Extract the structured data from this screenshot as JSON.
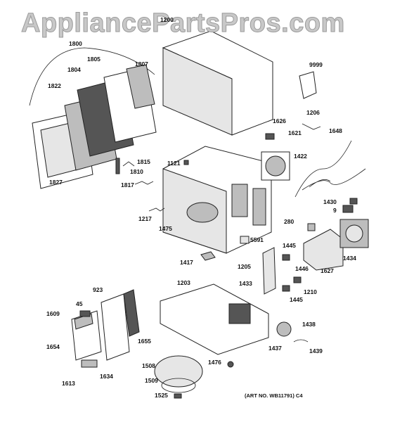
{
  "watermark": "AppliancePartsPros.com",
  "art_number": "(ART NO. WB11791) C4",
  "labels": {
    "l1200": "1200",
    "l1800": "1800",
    "l1805": "1805",
    "l1804": "1804",
    "l1807": "1807",
    "l1822": "1822",
    "l9999": "9999",
    "l1206": "1206",
    "l1626": "1626",
    "l1621": "1621",
    "l1648": "1648",
    "l1422": "1422",
    "l1815": "1815",
    "l1121": "1121",
    "l1810": "1810",
    "l1827": "1827",
    "l1817": "1817",
    "l1430": "1430",
    "l9": "9",
    "l1217": "1217",
    "l280": "280",
    "l1475": "1475",
    "l5591": "5591",
    "l1445a": "1445",
    "l1434": "1434",
    "l1417": "1417",
    "l1205": "1205",
    "l1446": "1446",
    "l1627": "1627",
    "l1203": "1203",
    "l1433": "1433",
    "l923": "923",
    "l1210": "1210",
    "l1445b": "1445",
    "l45": "45",
    "l1609": "1609",
    "l1438": "1438",
    "l1655": "1655",
    "l1654": "1654",
    "l1437": "1437",
    "l1439": "1439",
    "l1476": "1476",
    "l1508": "1508",
    "l1634": "1634",
    "l1509": "1509",
    "l1613": "1613",
    "l1525": "1525"
  }
}
